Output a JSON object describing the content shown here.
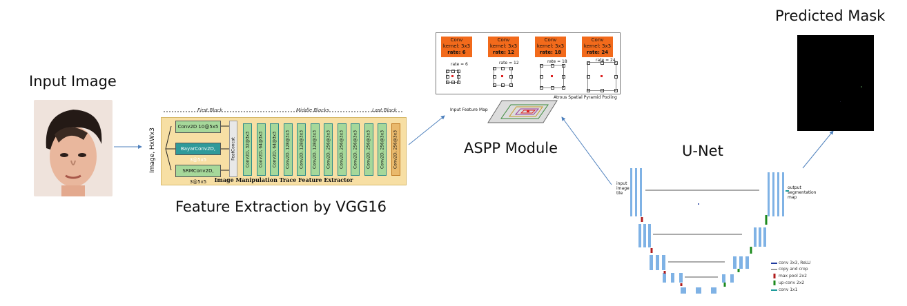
{
  "labels": {
    "input_image": "Input Image",
    "feature_extraction": "Feature Extraction by VGG16",
    "aspp_module": "ASPP Module",
    "unet": "U-Net",
    "predicted_mask": "Predicted Mask"
  },
  "vgg": {
    "input_label": "Image, HxWx3",
    "branches": [
      "Conv2D 10@5x5",
      "BayarConv2D, 3@5x5",
      "SRMConv2D, 3@5x5"
    ],
    "concat_label": "FeatConcat",
    "block_labels": [
      "First Block",
      "Middle Blocks",
      "Last Block"
    ],
    "layers": [
      "Conv2D, 32@3x3",
      "Conv2D, 64@3x3",
      "Conv2D, 64@3x3",
      "Conv2D, 128@3x3",
      "Conv2D, 128@3x3",
      "Conv2D, 128@3x3",
      "Conv2D, 256@3x3",
      "Conv2D, 256@3x3",
      "Conv2D, 256@3x3",
      "Conv2D, 256@3x3",
      "Conv2D, 256@3x3",
      "Conv2D, 256@3x3"
    ],
    "title": "Image Manipulation Trace Feature Extractor"
  },
  "aspp": {
    "convs": [
      {
        "l1": "Conv",
        "l2": "kernel: 3x3",
        "l3": "rate: 6",
        "rate": "rate = 6"
      },
      {
        "l1": "Conv",
        "l2": "kernel: 3x3",
        "l3": "rate: 12",
        "rate": "rate = 12"
      },
      {
        "l1": "Conv",
        "l2": "kernel: 3x3",
        "l3": "rate: 18",
        "rate": "rate = 18"
      },
      {
        "l1": "Conv",
        "l2": "kernel: 3x3",
        "l3": "rate: 24",
        "rate": "rate = 24"
      }
    ],
    "feature_map_label": "Input Feature Map",
    "pooling_label": "Atrous Spatial Pyramid Pooling"
  },
  "unet": {
    "input_label_1": "input",
    "input_label_2": "image",
    "input_label_3": "tile",
    "output_label_1": "output",
    "output_label_2": "segmentation",
    "output_label_3": "map",
    "legend": [
      "conv 3x3, ReLU",
      "copy and crop",
      "max pool 2x2",
      "up-conv 2x2",
      "conv 1x1"
    ],
    "legend_colors": [
      "#1f3b9e",
      "#9a9a9a",
      "#b01c1c",
      "#1c8a1c",
      "#1c9a9a"
    ]
  }
}
